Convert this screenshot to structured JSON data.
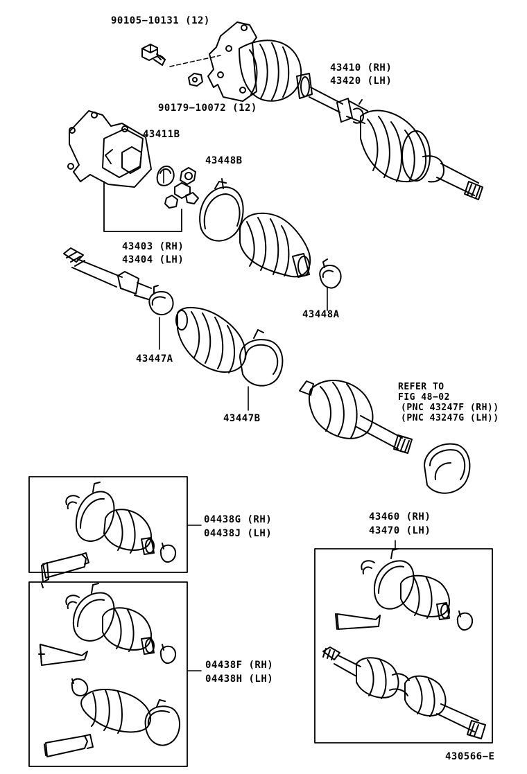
{
  "labels": {
    "p90105": "90105−10131 (12)",
    "p90179": "90179−10072 (12)",
    "p43410": "43410 (RH)",
    "p43420": "43420 (LH)",
    "p43411B": "43411B",
    "p43448B": "43448B",
    "p43403": "43403 (RH)",
    "p43404": "43404 (LH)",
    "p43448A": "43448A",
    "p43447A": "43447A",
    "p43447B": "43447B",
    "refer_1": "REFER TO",
    "refer_2": "FIG 48−02",
    "refer_3": "(PNC 43247F (RH))",
    "refer_4": "(PNC 43247G (LH))",
    "p04438G": "04438G (RH)",
    "p04438J": "04438J (LH)",
    "p43460": "43460 (RH)",
    "p43470": "43470 (LH)",
    "p04438F": "04438F (RH)",
    "p04438H": "04438H (LH)",
    "drawing_no": "430566−E"
  }
}
